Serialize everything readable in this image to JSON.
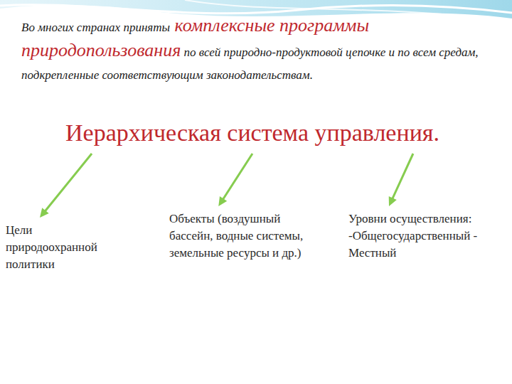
{
  "diagram": {
    "nodes": [
      {
        "text": [
          "Иерархическая система управления."
        ]
      },
      {
        "text": [
          "Цели природоохранной политики"
        ]
      },
      {
        "text": [
          "Объекты (воздушный бассейн, водные системы, земельные ресурсы и др.)"
        ]
      },
      {
        "text": [
          "Уровни осуществления: -Общегосударственный - Местный"
        ]
      }
    ],
    "edges": [
      {
        "from": 0,
        "to": 1,
        "arrow": "to"
      },
      {
        "from": 0,
        "to": 2,
        "arrow": "to"
      },
      {
        "from": 0,
        "to": 3,
        "arrow": "to"
      }
    ],
    "labels": [
      "Во многих странах приняты",
      "комплексные программы природопользования",
      "по всей природно-продуктовой цепочке и по всем средам, подкрепленные соответствующим законодательствам."
    ]
  }
}
